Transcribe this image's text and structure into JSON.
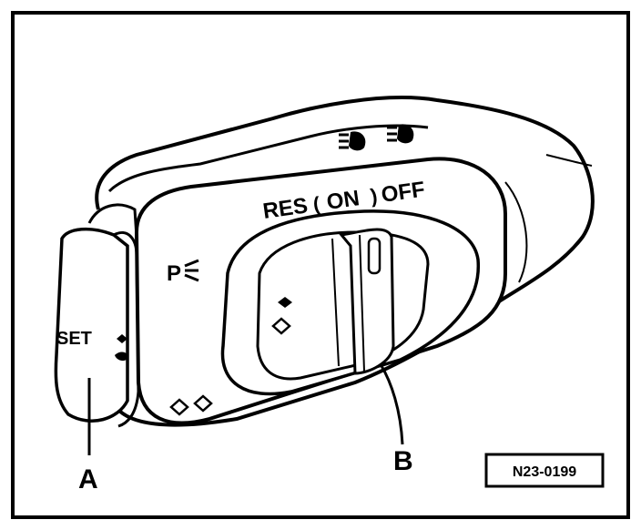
{
  "labels": {
    "res": "RES",
    "on": "ON",
    "off": "OFF",
    "set": "SET",
    "p_symbol": "P",
    "callout_a": "A",
    "callout_b": "B",
    "reference_code": "N23-0199"
  },
  "icons": [
    "headlight-icon",
    "parking-light-icon",
    "fog-light-icon",
    "rear-fog-icon",
    "sidelight-icon"
  ]
}
